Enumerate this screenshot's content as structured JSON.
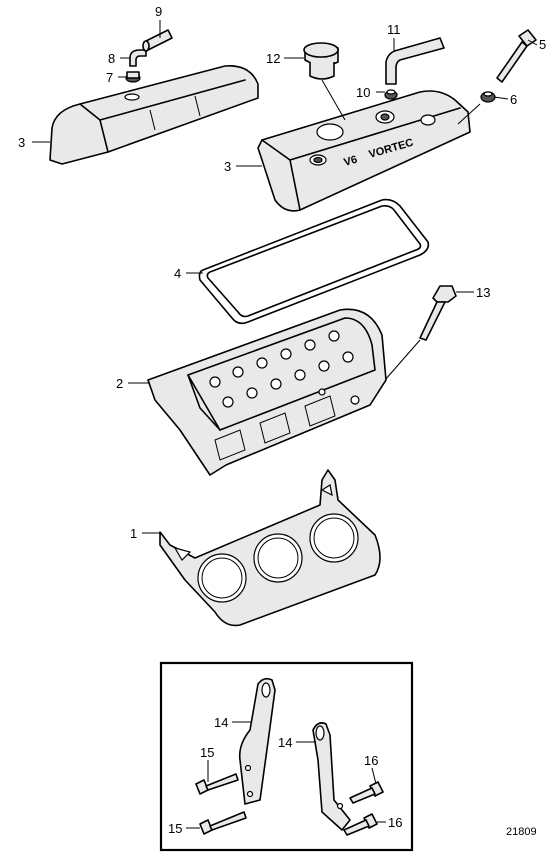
{
  "callouts": {
    "c1": "1",
    "c2": "2",
    "c3a": "3",
    "c3b": "3",
    "c4": "4",
    "c5": "5",
    "c6": "6",
    "c7": "7",
    "c8": "8",
    "c9": "9",
    "c10": "10",
    "c11": "11",
    "c12": "12",
    "c13": "13",
    "c14a": "14",
    "c14b": "14",
    "c15a": "15",
    "c15b": "15",
    "c16a": "16",
    "c16b": "16"
  },
  "cover_text": {
    "v6": "V6",
    "vortec": "VORTEC"
  },
  "figure_number": "21809"
}
